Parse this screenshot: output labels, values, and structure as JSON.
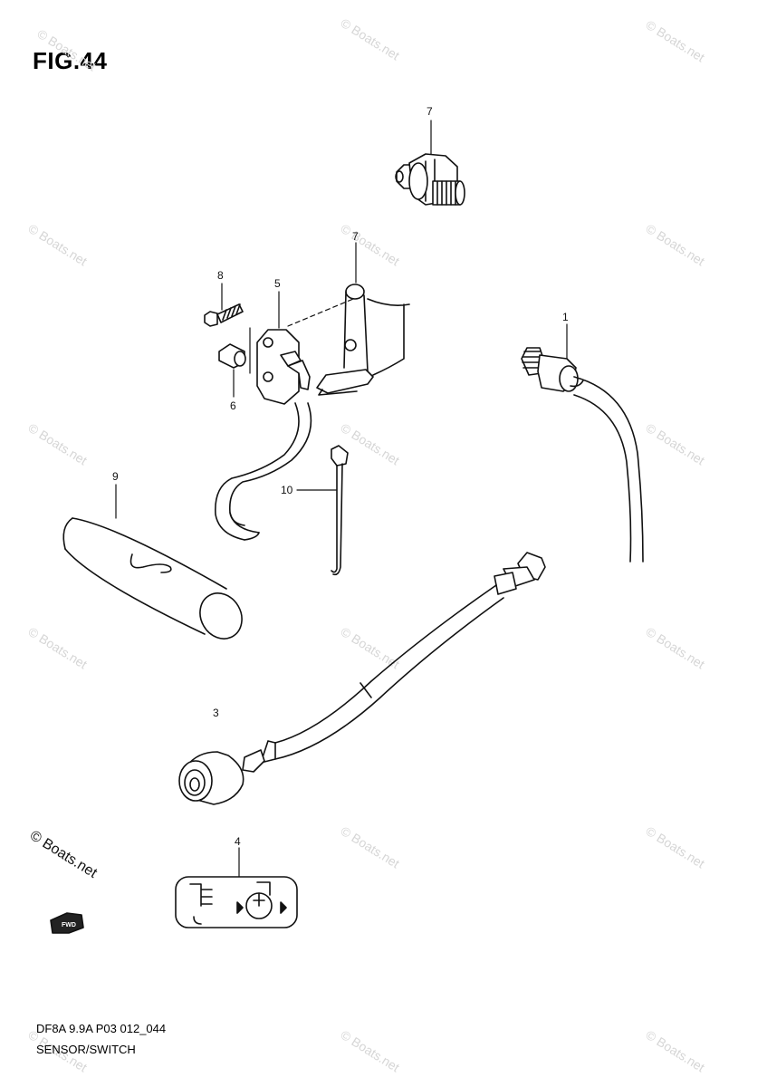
{
  "figure": {
    "title": "FIG.44"
  },
  "callouts": {
    "p1": "1",
    "p3": "3",
    "p4": "4",
    "p5": "5",
    "p6": "6",
    "p7_top": "7",
    "p7_bracket": "7",
    "p8": "8",
    "p9": "9",
    "p10": "10"
  },
  "watermark": {
    "text": "© Boats.net"
  },
  "copyright": {
    "text": "© Boats.net"
  },
  "direction_arrow": {
    "label": "FWD"
  },
  "footer": {
    "code": "DF8A 9.9A P03 012_044",
    "caption": "SENSOR/SWITCH"
  }
}
